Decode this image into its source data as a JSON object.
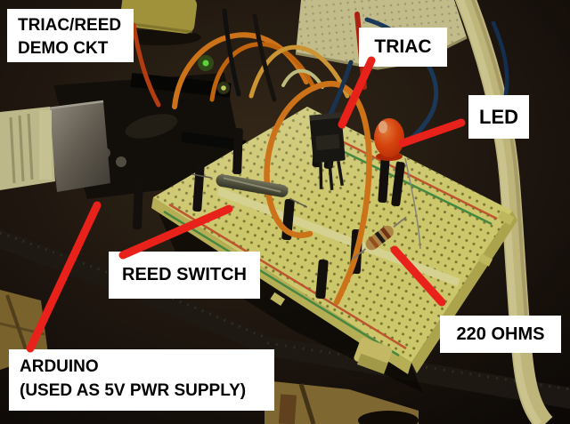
{
  "annotations": {
    "title": {
      "line1": "TRIAC/REED",
      "line2": "DEMO CKT"
    },
    "triac_label": "TRIAC",
    "led_label": "LED",
    "reed_switch_label": "REED SWITCH",
    "resistor_label": "220 OHMS",
    "arduino": {
      "line1": "ARDUINO",
      "line2": "(USED AS 5V PWR SUPPLY)"
    }
  },
  "colors": {
    "pointer-line": "#e8221a",
    "label-bg": "#ffffff",
    "label-text": "#000000",
    "photo-bg": "#140e08",
    "breadboard": "#e9e27b",
    "breadboard-small": "#dcd49e",
    "led-red": "#ee3c0e",
    "wire-orange": "#e8821e",
    "wire-blue": "#1d3f63",
    "cable-yellow": "#d8cd8c"
  }
}
